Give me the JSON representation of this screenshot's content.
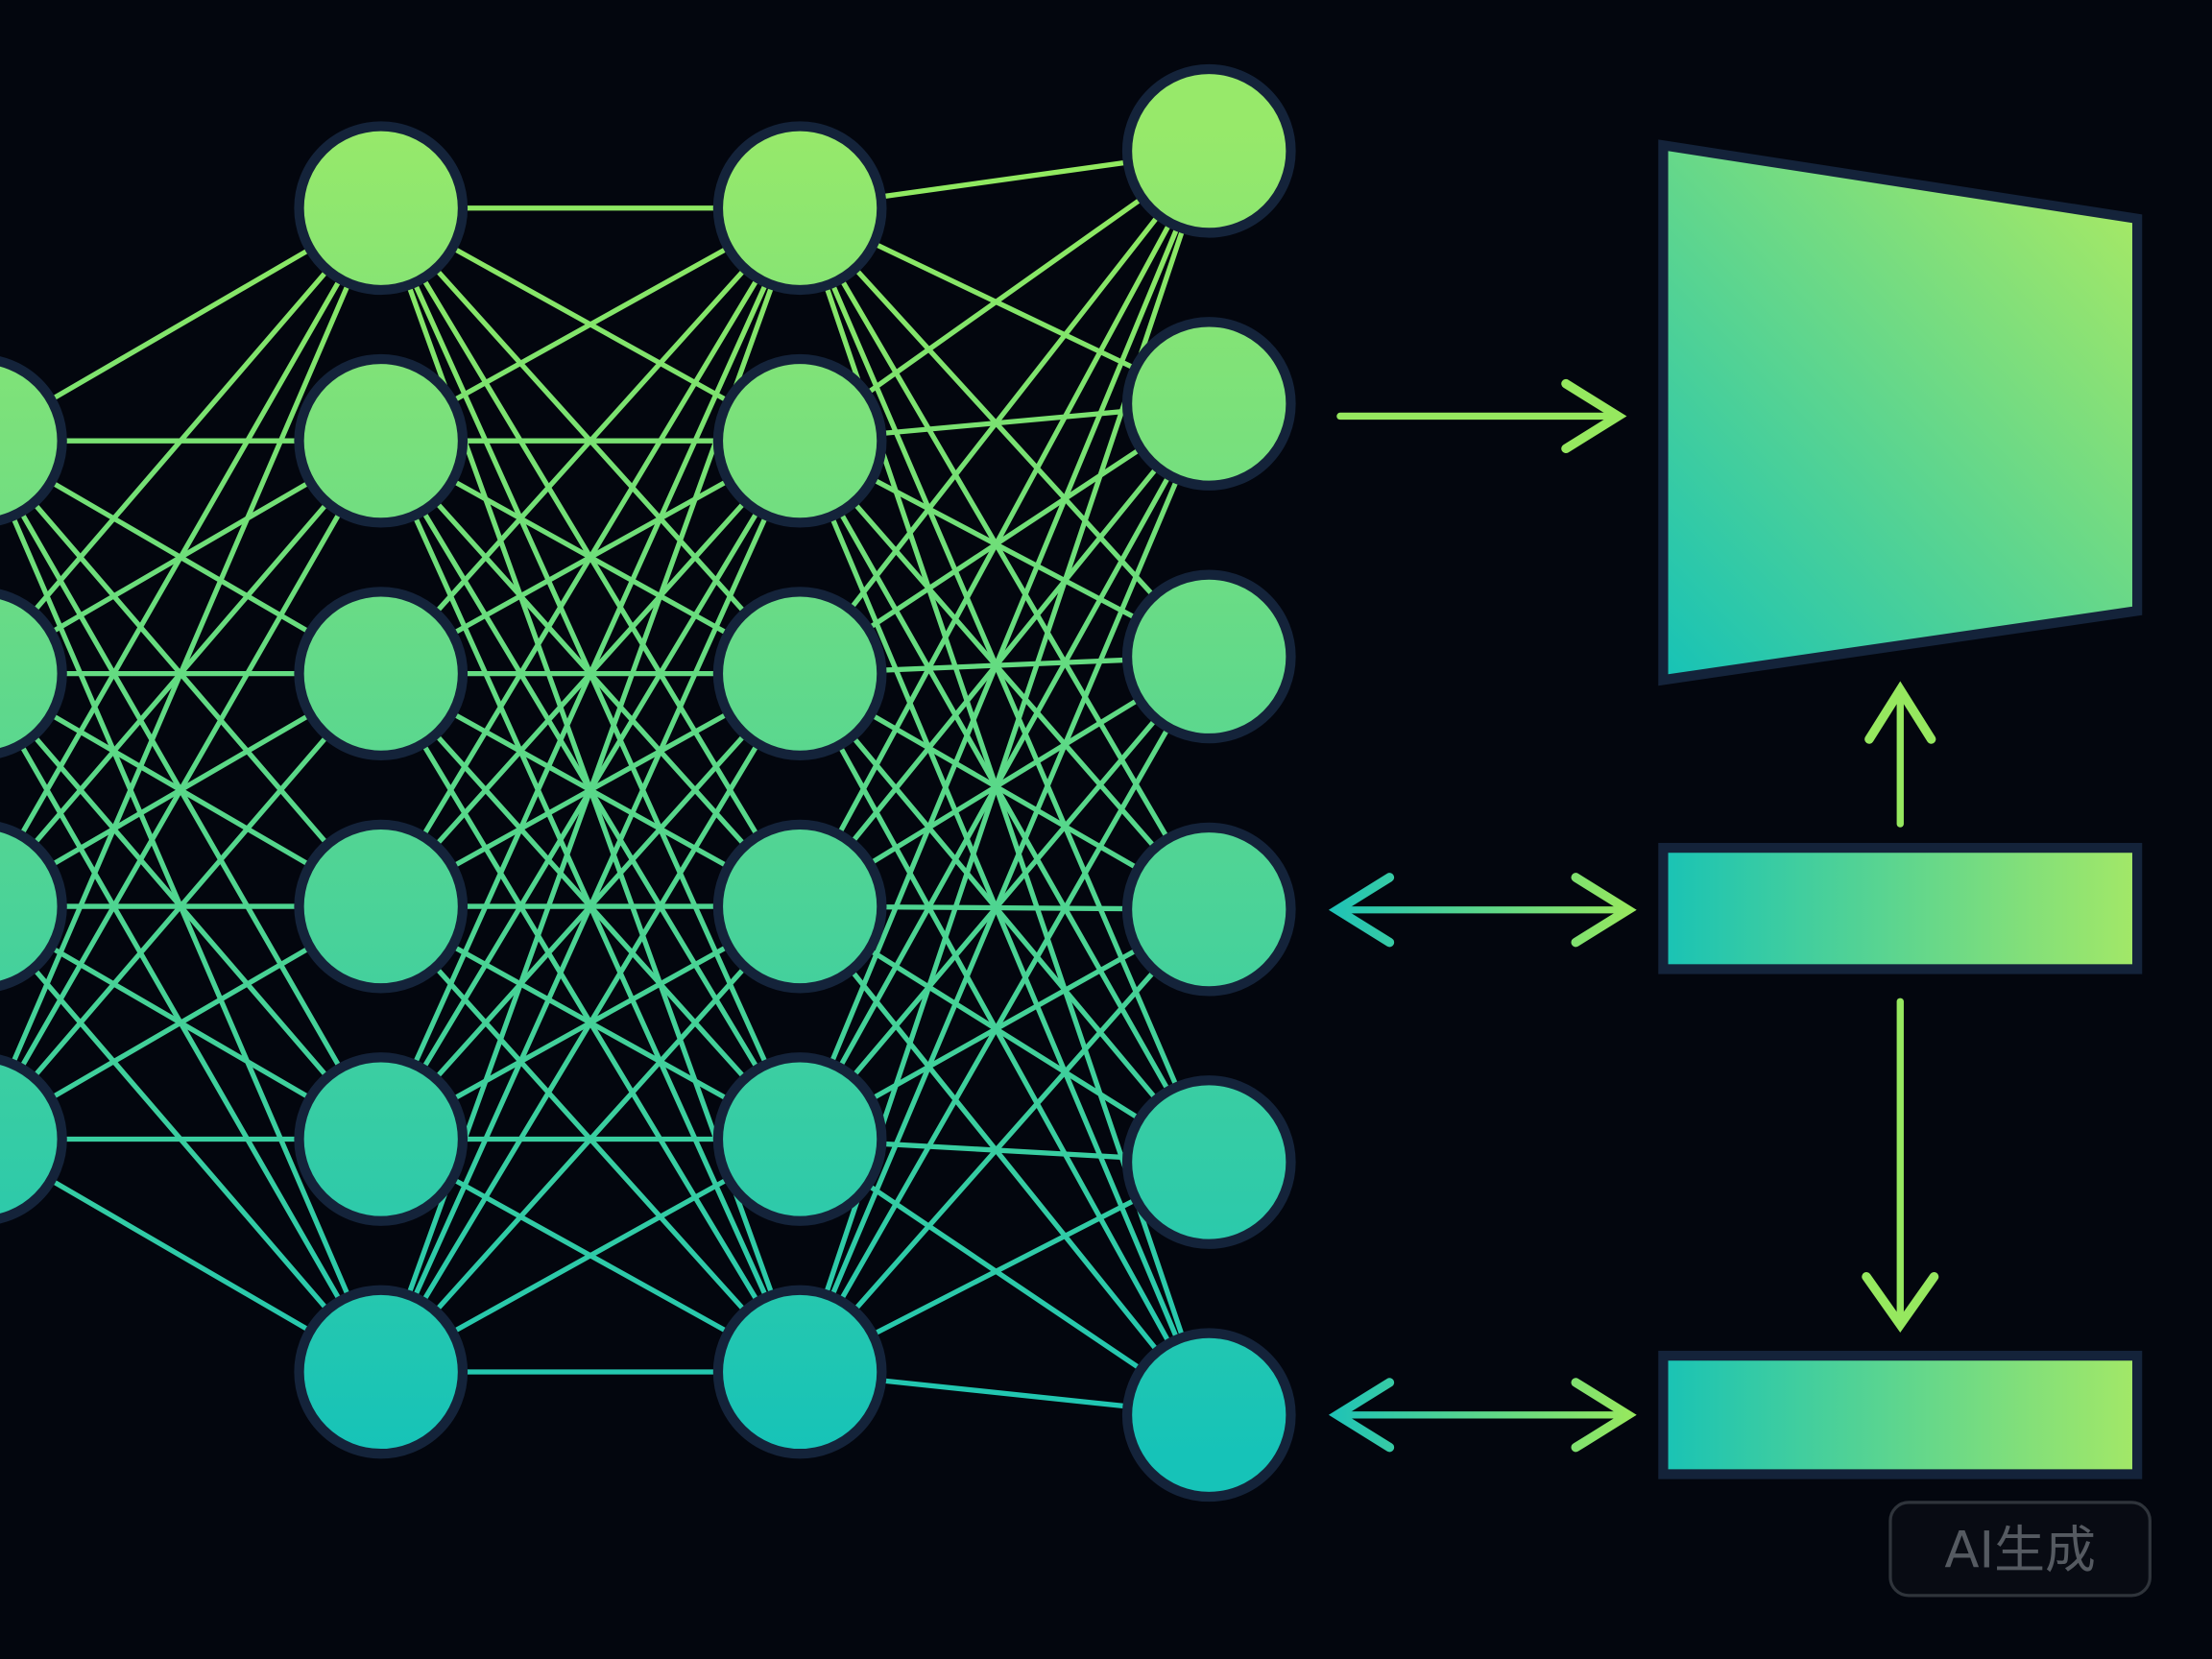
{
  "network": {
    "layers": [
      4,
      6,
      6,
      6
    ]
  },
  "badge": {
    "label": "AI生成"
  },
  "colors": {
    "background": "#03060e",
    "node_top": "#97e96a",
    "node_bottom": "#16c3b8",
    "edge_top": "#93ea5f",
    "edge_bottom": "#1fc6b3",
    "outline": "#14233a",
    "arrow": "#96e85f",
    "arrow_left_end": "#1fc3b6",
    "block_left": "#19c3b5",
    "block_right": "#a3e867",
    "badge_text": "#555a61",
    "badge_border": "#2f343b"
  }
}
